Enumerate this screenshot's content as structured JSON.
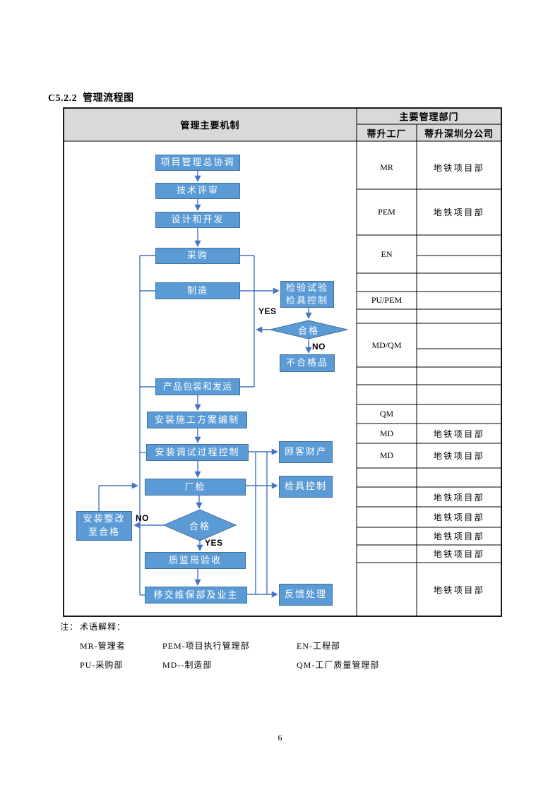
{
  "page": {
    "title": "C5.2.2  管理流程图",
    "page_number": "6"
  },
  "table": {
    "header": {
      "mechanism": "管理主要机制",
      "departments": "主要管理部门",
      "factory": "蒂升工厂",
      "branch": "蒂升深圳分公司"
    },
    "factory_rows": [
      "MR",
      "PEM",
      "EN",
      "PU/PEM",
      "MD/QM",
      "QM",
      "MD",
      "MD"
    ],
    "branch_rows": [
      "地铁项目部",
      "地铁项目部",
      "地铁项目部",
      "地铁项目部",
      "地铁项目部",
      "地铁项目部",
      "地铁项目部",
      "地铁项目部",
      "地铁项目部"
    ]
  },
  "flow": {
    "coordination": "项目管理总协调",
    "tech_review": "技术评审",
    "design_dev": "设计和开发",
    "procurement": "采购",
    "manufacturing": "制造",
    "inspection": "检验试验\n检具控制",
    "qualified1": "合格",
    "nonconforming": "不合格品",
    "packing": "产品包装和发运",
    "install_plan": "安装施工方案编制",
    "install_control": "安装调试过程控制",
    "customer_property": "顾客财产",
    "factory_inspection": "厂检",
    "gauge_control": "检具控制",
    "rectify": "安装整改\n至合格",
    "qualified2": "合格",
    "qsb_acceptance": "质监局验收",
    "handover": "移交维保部及业主",
    "feedback": "反馈处理",
    "labels": {
      "yes1": "YES",
      "no1": "NO",
      "no2": "NO",
      "yes2": "YES"
    }
  },
  "notes": {
    "prefix": "注：",
    "heading": "术语解释：",
    "terms": [
      "MR-管理者",
      "PEM-项目执行管理部",
      "EN-工程部",
      "PU-采购部",
      "MD--制造部",
      "QM-工厂质量管理部"
    ]
  },
  "colors": {
    "box_fill": "#5B9BD5",
    "box_border": "#41719C",
    "connector": "#4472C4",
    "header_bg": "#D9D9D9",
    "grid": "#000000"
  }
}
